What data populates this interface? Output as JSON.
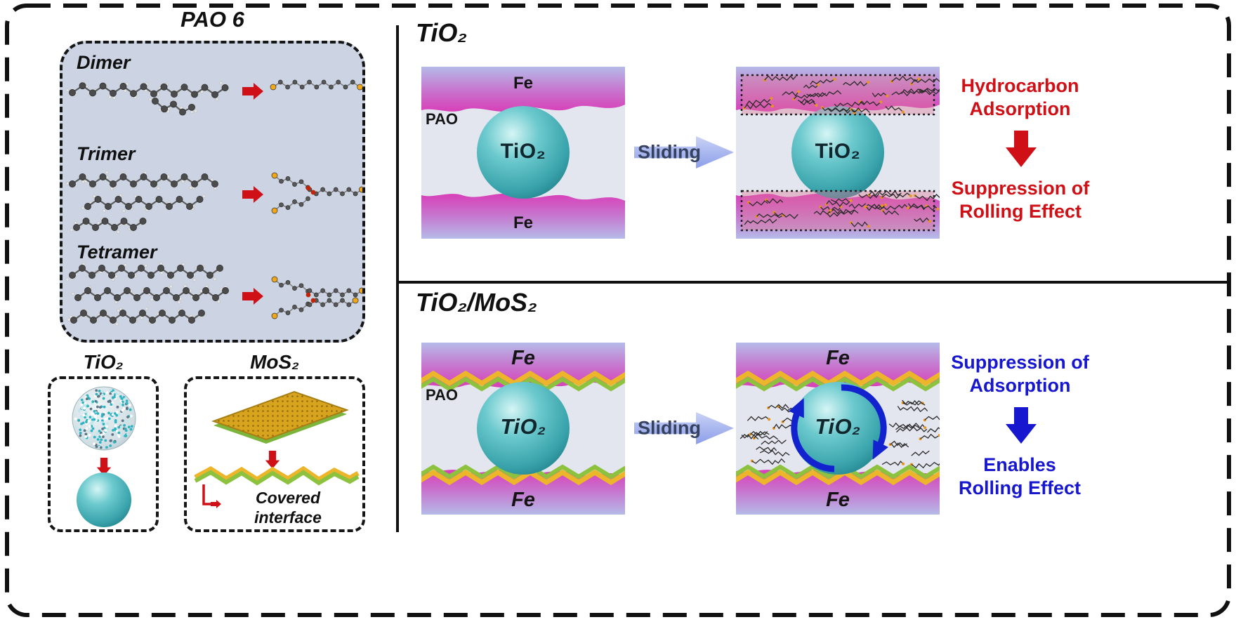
{
  "colors": {
    "red": "#cf1016",
    "blue": "#1717d0",
    "teal": "#4cbcc4",
    "fe_magenta": "#d83fb8",
    "fe_periwinkle": "#b5bbe8",
    "coat_green": "#8dc23f",
    "coat_yellow": "#ecb52a"
  },
  "left_panel": {
    "title": "PAO 6",
    "molecules": [
      {
        "label": "Dimer"
      },
      {
        "label": "Trimer"
      },
      {
        "label": "Tetramer"
      }
    ],
    "tio2": {
      "label": "TiO₂"
    },
    "mos2": {
      "label": "MoS₂",
      "caption": "Covered\ninterface"
    }
  },
  "tio2_section": {
    "title": "TiO₂",
    "before": {
      "fe_top": "Fe",
      "pao": "PAO",
      "particle": "TiO₂",
      "fe_bottom": "Fe"
    },
    "sliding": "Sliding",
    "after": {
      "particle": "TiO₂"
    },
    "annotation": {
      "cause": "Hydrocarbon\nAdsorption",
      "effect": "Suppression of\nRolling Effect"
    }
  },
  "combo_section": {
    "title": "TiO₂/MoS₂",
    "before": {
      "fe_top": "Fe",
      "pao": "PAO",
      "particle": "TiO₂",
      "fe_bottom": "Fe"
    },
    "sliding": "Sliding",
    "after": {
      "fe_top": "Fe",
      "particle": "TiO₂",
      "fe_bottom": "Fe"
    },
    "annotation": {
      "cause": "Suppression of\nAdsorption",
      "effect": "Enables\nRolling Effect"
    }
  }
}
